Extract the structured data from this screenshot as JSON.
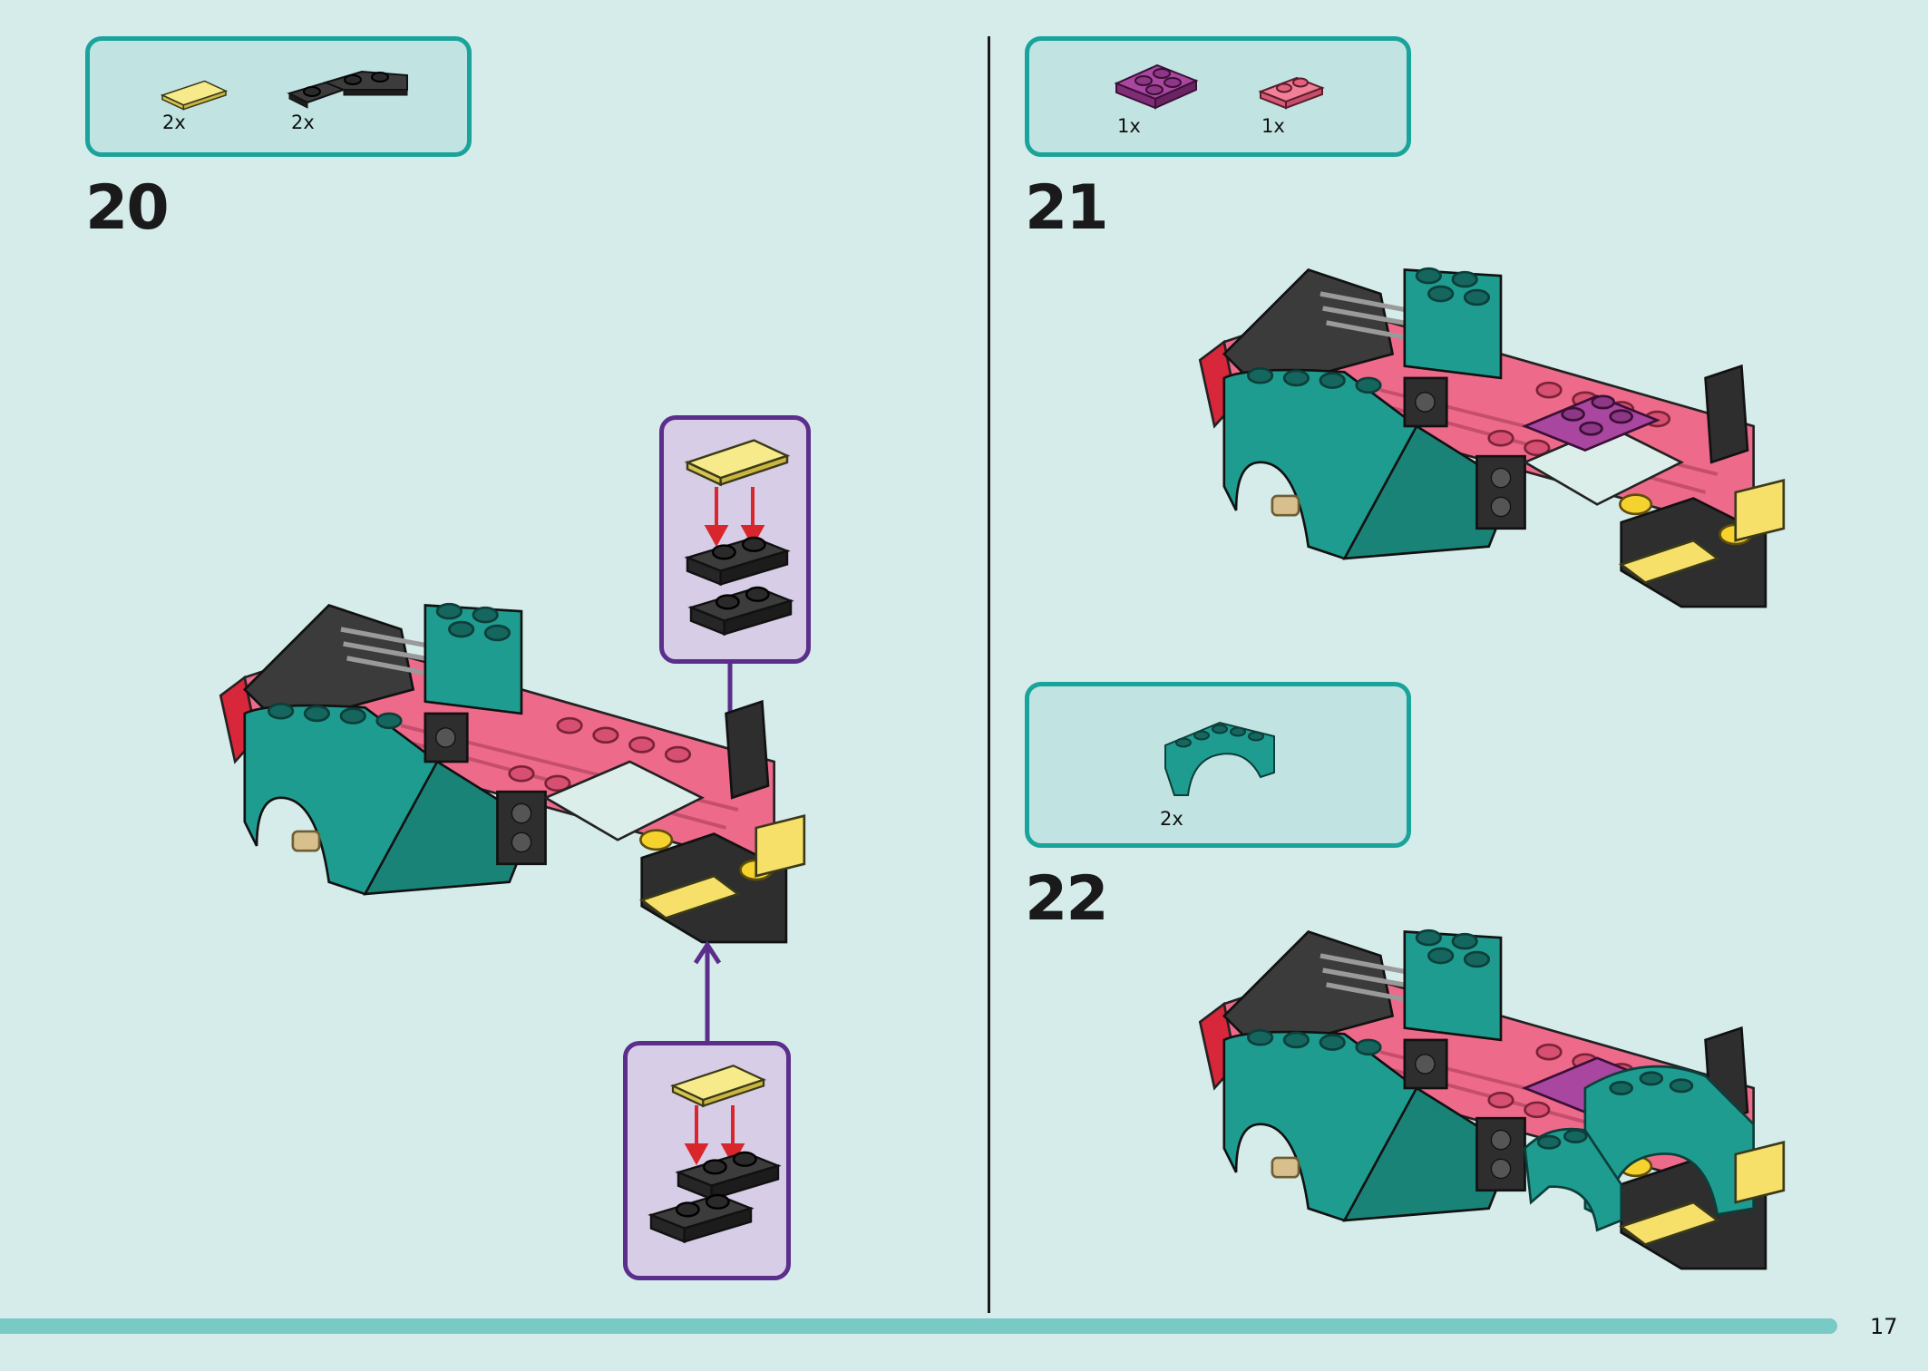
{
  "page": {
    "number": "17"
  },
  "steps": [
    {
      "number": "20",
      "parts": [
        {
          "qty": "2x",
          "part": "yellow-tile-1x2-icon"
        },
        {
          "qty": "2x",
          "part": "black-corner-plate-icon"
        }
      ]
    },
    {
      "number": "21",
      "parts": [
        {
          "qty": "1x",
          "part": "magenta-plate-2x2-icon"
        },
        {
          "qty": "1x",
          "part": "pink-plate-1x2-icon"
        }
      ]
    },
    {
      "number": "22",
      "parts": [
        {
          "qty": "2x",
          "part": "teal-mudguard-icon"
        }
      ]
    }
  ],
  "colors": {
    "background": "#d5ecea",
    "parts_box_border": "#1aa39a",
    "parts_box_fill": "#c1e4e2",
    "callout_border": "#5b2e8c",
    "callout_fill": "#d8cde6",
    "arrow_red": "#d8262c",
    "teal": "#1f9c90",
    "pink": "#ee6a8a",
    "black": "#2e2e2e",
    "yellow": "#f2df6a",
    "magenta": "#9b3f98"
  }
}
